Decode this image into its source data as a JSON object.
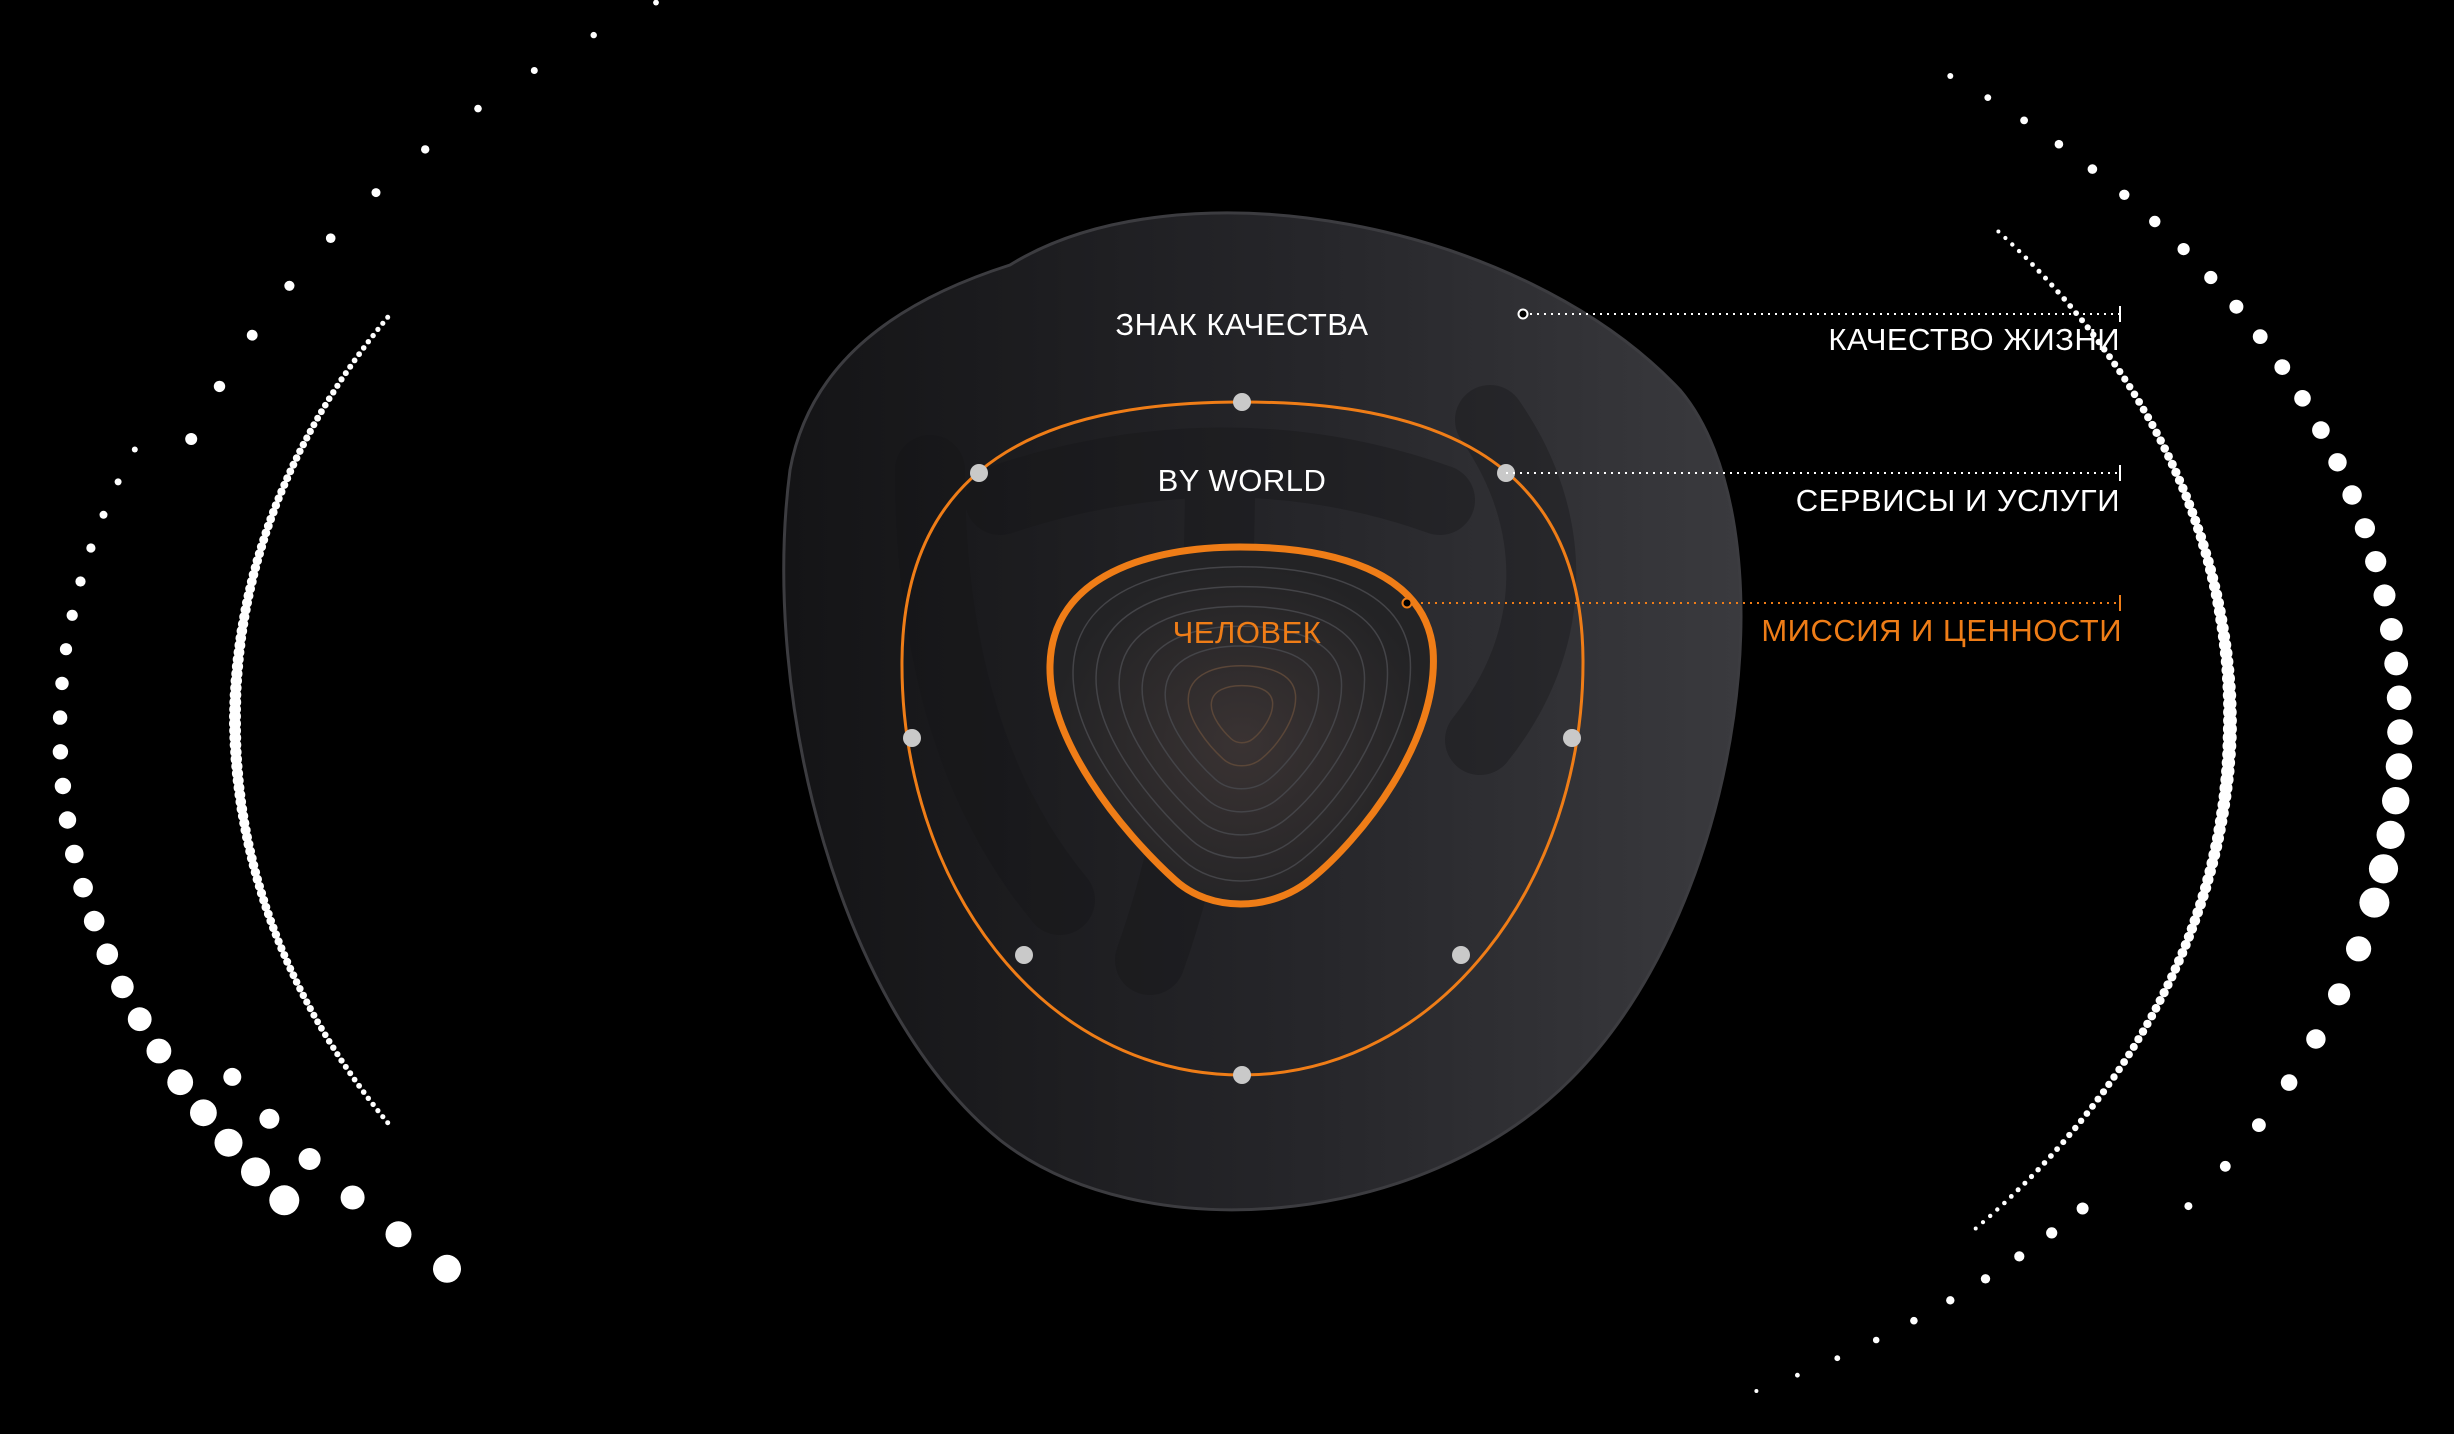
{
  "colors": {
    "background": "#000000",
    "accent": "#ef7d17",
    "text": "#ffffff",
    "shield": "#2c2c30",
    "node": "#c9c9c9",
    "dots": "#ffffff"
  },
  "diagram": {
    "outer_layer_label": "ЗНАК КАЧЕСТВА",
    "middle_layer_label": "BY WORLD",
    "core_label": "ЧЕЛОВЕК"
  },
  "callouts": [
    {
      "label": "КАЧЕСТВО ЖИЗНИ",
      "accent": false
    },
    {
      "label": "СЕРВИСЫ И УСЛУГИ",
      "accent": false
    },
    {
      "label": "МИССИЯ И ЦЕННОСТИ",
      "accent": true
    }
  ],
  "icons": {
    "background_emblem": "bw-monogram-watermark",
    "orbits": "dotted-orbit-rings"
  }
}
